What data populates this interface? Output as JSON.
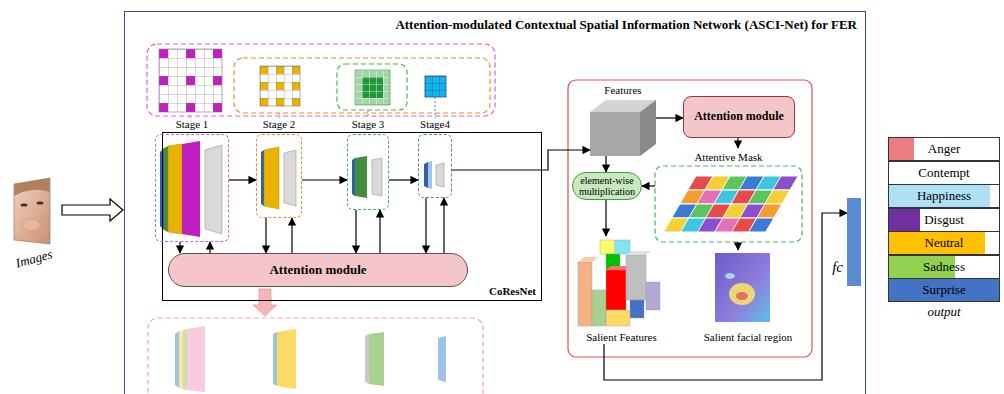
{
  "diagram": {
    "nodes": [
      {
        "text": [
          "Images"
        ]
      },
      {
        "text": [
          "Attention-modulated Contextual Spatial Information Network (ASCI-Net) for FER"
        ]
      },
      {
        "text": [
          "CoResNet"
        ],
        "in": 1
      },
      {
        "text": [
          "Stage 1"
        ],
        "in": 2
      },
      {
        "text": [
          "Stage 2"
        ],
        "in": 2
      },
      {
        "text": [
          "Stage 3"
        ],
        "in": 2
      },
      {
        "text": [
          "Stage4"
        ],
        "in": 2
      },
      {
        "text": [
          "Attention module"
        ],
        "in": 2
      },
      {
        "text": [
          "Features"
        ],
        "in": 1
      },
      {
        "text": [
          "Attention module"
        ],
        "in": 1
      },
      {
        "text": [
          "Attentive Mask"
        ],
        "in": 1
      },
      {
        "text": [
          "element-wise multiplication"
        ],
        "in": 1
      },
      {
        "text": [
          "Salient Features"
        ],
        "in": 1
      },
      {
        "text": [
          "Salient facial region"
        ],
        "in": 1
      },
      {
        "text": [
          "fc"
        ],
        "in": 1
      },
      {
        "text": [
          "output"
        ]
      },
      {
        "text": [
          "Anger"
        ],
        "in": 15
      },
      {
        "text": [
          "Contempt"
        ],
        "in": 15
      },
      {
        "text": [
          "Happiness"
        ],
        "in": 15
      },
      {
        "text": [
          "Disgust"
        ],
        "in": 15
      },
      {
        "text": [
          "Neutral"
        ],
        "in": 15
      },
      {
        "text": [
          "Sadness"
        ],
        "in": 15
      },
      {
        "text": [
          "Surprise"
        ],
        "in": 15
      }
    ],
    "edges": [
      {
        "from": 0,
        "to": 1,
        "arrow": "to"
      },
      {
        "from": 3,
        "to": 4,
        "arrow": "to"
      },
      {
        "from": 4,
        "to": 5,
        "arrow": "to"
      },
      {
        "from": 5,
        "to": 6,
        "arrow": "to"
      },
      {
        "from": 3,
        "to": 7,
        "arrow": "to"
      },
      {
        "from": 7,
        "to": 3,
        "arrow": "to"
      },
      {
        "from": 4,
        "to": 7,
        "arrow": "to"
      },
      {
        "from": 7,
        "to": 4,
        "arrow": "to"
      },
      {
        "from": 5,
        "to": 7,
        "arrow": "to"
      },
      {
        "from": 7,
        "to": 5,
        "arrow": "to"
      },
      {
        "from": 6,
        "to": 7,
        "arrow": "to"
      },
      {
        "from": 7,
        "to": 6,
        "arrow": "to"
      },
      {
        "from": 6,
        "to": 8,
        "arrow": "to"
      },
      {
        "from": 8,
        "to": 9,
        "arrow": "to"
      },
      {
        "from": 9,
        "to": 10,
        "arrow": "to"
      },
      {
        "from": 8,
        "to": 11,
        "arrow": "to"
      },
      {
        "from": 10,
        "to": 11,
        "arrow": "to"
      },
      {
        "from": 11,
        "to": 12,
        "arrow": "to"
      },
      {
        "from": 10,
        "to": 13,
        "arrow": "to"
      },
      {
        "from": 12,
        "to": 14,
        "arrow": "to"
      }
    ]
  }
}
